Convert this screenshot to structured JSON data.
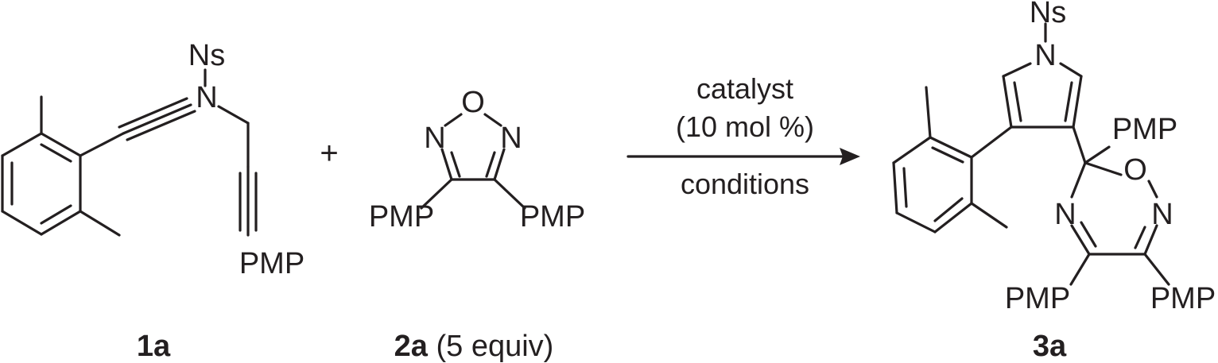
{
  "compounds": {
    "c1": {
      "id": "1a",
      "extra": "",
      "atoms": {
        "ns": "Ns",
        "n": "N",
        "pmp": "PMP"
      }
    },
    "c2": {
      "id": "2a",
      "extra": " (5 equiv)",
      "atoms": {
        "o": "O",
        "n_left": "N",
        "n_right": "N",
        "pmp_left": "PMP",
        "pmp_right": "PMP"
      }
    },
    "c3": {
      "id": "3a",
      "extra": "",
      "atoms": {
        "ns": "Ns",
        "n_pyrrole": "N",
        "pmp_top": "PMP",
        "o": "O",
        "n_left": "N",
        "n_right": "N",
        "pmp_left": "PMP",
        "pmp_right": "PMP"
      }
    }
  },
  "operator": "+",
  "reaction": {
    "above_line1": "catalyst",
    "above_line2": "(10 mol %)",
    "below": "conditions"
  }
}
